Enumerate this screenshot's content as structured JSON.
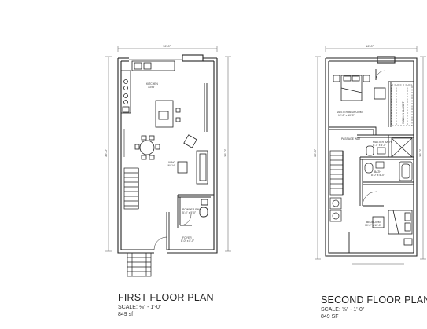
{
  "plans": [
    {
      "title": "FIRST FLOOR PLAN",
      "scale": "SCALE: ⅛\" - 1'-0\"",
      "area": "849 sf",
      "overall_width": "16'-0\"",
      "overall_depth": "36'-0\"",
      "rooms": {
        "kitchen": {
          "name": "KITCHEN",
          "dims": "13'x8'"
        },
        "living": {
          "name": "LIVING",
          "dims": "16'x14'"
        },
        "powder": {
          "name": "POWDER RM",
          "dims": "5'-6\" x 5'-0\""
        },
        "foyer": {
          "name": "FOYER",
          "dims": "8'-0\" x 8'-0\""
        }
      }
    },
    {
      "title": "SECOND FLOOR PLAN",
      "scale": "SCALE: ⅛\" - 1'-0\"",
      "area": "849 SF",
      "overall_width": "16'-0\"",
      "overall_depth": "36'-0\"",
      "rooms": {
        "master": {
          "name": "MASTER BEDROOM",
          "dims": "12'-0\" x 10'-0\""
        },
        "walkin": {
          "name": "WALK-IN CLOSET",
          "dims": ""
        },
        "masterbath": {
          "name": "MASTER BATH",
          "dims": "8'-7\" x 5'-0\""
        },
        "passage": {
          "name": "PASSAGE WAY",
          "dims": ""
        },
        "bath": {
          "name": "BATH",
          "dims": "8'-0\" x 5'-0\""
        },
        "bedroom": {
          "name": "BEDROOM",
          "dims": "10'-0\" x 10'-0\""
        }
      }
    }
  ],
  "colors": {
    "line": "#222222",
    "light": "#555555",
    "bg": "#ffffff"
  }
}
